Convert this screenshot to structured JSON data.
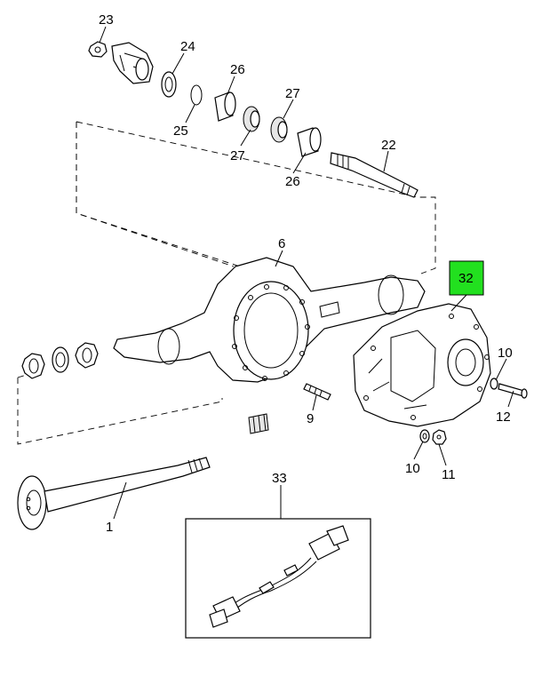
{
  "diagram": {
    "callouts": {
      "p23": "23",
      "p24": "24",
      "p26a": "26",
      "p25": "25",
      "p27a": "27",
      "p27b": "27",
      "p26b": "26",
      "p22": "22",
      "p6": "6",
      "p32": "32",
      "p10a": "10",
      "p12": "12",
      "p9": "9",
      "p10b": "10",
      "p11": "11",
      "p33": "33",
      "p1": "1"
    },
    "highlight_color": "#22e01f"
  }
}
